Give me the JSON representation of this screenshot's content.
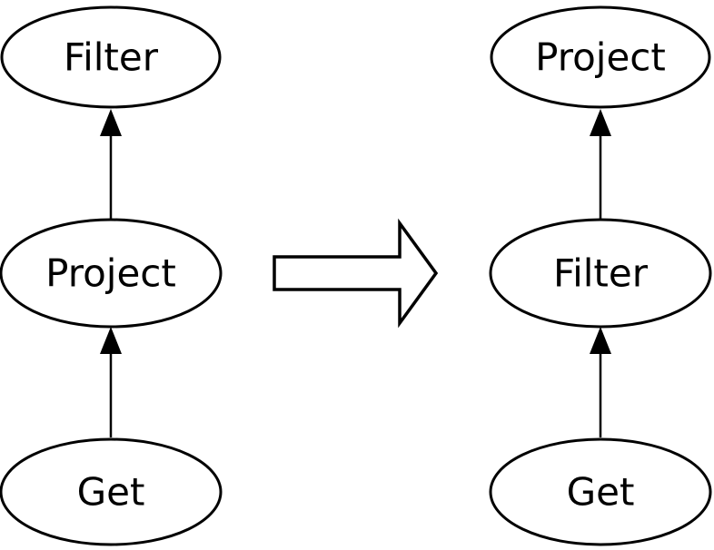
{
  "diagram": {
    "left_tree": {
      "nodes": [
        "Filter",
        "Project",
        "Get"
      ],
      "edges": [
        {
          "from": "Project",
          "to": "Filter",
          "direction": "up"
        },
        {
          "from": "Get",
          "to": "Project",
          "direction": "up"
        }
      ]
    },
    "right_tree": {
      "nodes": [
        "Project",
        "Filter",
        "Get"
      ],
      "edges": [
        {
          "from": "Filter",
          "to": "Project",
          "direction": "up"
        },
        {
          "from": "Get",
          "to": "Filter",
          "direction": "up"
        }
      ]
    },
    "transform_arrow": {
      "direction": "right",
      "style": "hollow-block"
    },
    "colors": {
      "stroke": "#000000",
      "node_fill": "#ffffff",
      "text": "#000000",
      "background": "#ffffff"
    }
  }
}
